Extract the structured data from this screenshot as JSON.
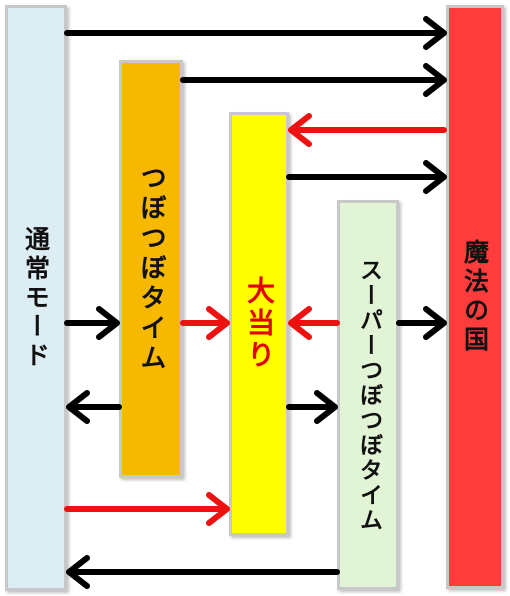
{
  "nodes": {
    "normal_mode": "通常モード",
    "tsubo_time": "つぼつぼタイム",
    "big_hit": "大当り",
    "super_tsubo_time": "スーパーつぼつぼタイム",
    "magic_country": "魔法の国"
  },
  "colors": {
    "normal_mode": "#dcedf3",
    "tsubo_time": "#f7b800",
    "big_hit": "#ffff00",
    "big_hit_text": "#e00000",
    "super_tsubo_time": "#e1f5d6",
    "magic_country": "#ff3c3c",
    "arrow_black": "#000000",
    "arrow_red": "#ee1111"
  },
  "edges": [
    {
      "from": "normal_mode",
      "to": "magic_country",
      "color": "black"
    },
    {
      "from": "tsubo_time",
      "to": "magic_country",
      "color": "black"
    },
    {
      "from": "magic_country",
      "to": "big_hit",
      "color": "red"
    },
    {
      "from": "big_hit",
      "to": "magic_country",
      "color": "black"
    },
    {
      "from": "normal_mode",
      "to": "tsubo_time",
      "color": "black"
    },
    {
      "from": "tsubo_time",
      "to": "big_hit",
      "color": "red"
    },
    {
      "from": "super_tsubo_time",
      "to": "big_hit",
      "color": "red"
    },
    {
      "from": "super_tsubo_time",
      "to": "magic_country",
      "color": "black"
    },
    {
      "from": "tsubo_time",
      "to": "normal_mode",
      "color": "black"
    },
    {
      "from": "big_hit",
      "to": "super_tsubo_time",
      "color": "black"
    },
    {
      "from": "normal_mode",
      "to": "big_hit",
      "color": "red"
    },
    {
      "from": "super_tsubo_time",
      "to": "normal_mode",
      "color": "black"
    }
  ]
}
